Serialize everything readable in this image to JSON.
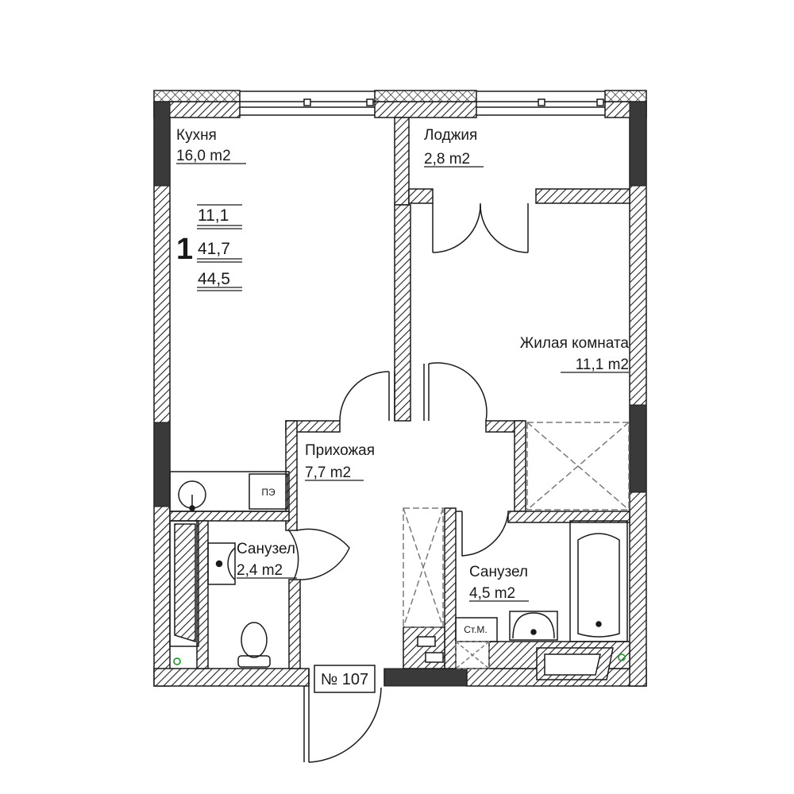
{
  "colors": {
    "wall_hatch": "#222222",
    "wall_dark": "#3a3a3a",
    "line": "#1a1a1a",
    "dashed": "#7a7a7a",
    "vent_marker": "#2e9e3e"
  },
  "apartment": {
    "rooms_count": "1",
    "living_area": "11,1",
    "total_area": "41,7",
    "total_area_with_balcony": "44,5",
    "number": "№ 107"
  },
  "rooms": [
    {
      "name": "Кухня",
      "area": "16,0 m2"
    },
    {
      "name": "Лоджия",
      "area": "2,8 m2"
    },
    {
      "name": "Жилая комната",
      "area": "11,1 m2"
    },
    {
      "name": "Прихожая",
      "area": "7,7 m2"
    },
    {
      "name": "Санузел",
      "area": "2,4 m2"
    },
    {
      "name": "Санузел",
      "area": "4,5 m2"
    }
  ],
  "fixtures": {
    "stove_label": "ПЭ",
    "washer_label": "Ст.М."
  }
}
